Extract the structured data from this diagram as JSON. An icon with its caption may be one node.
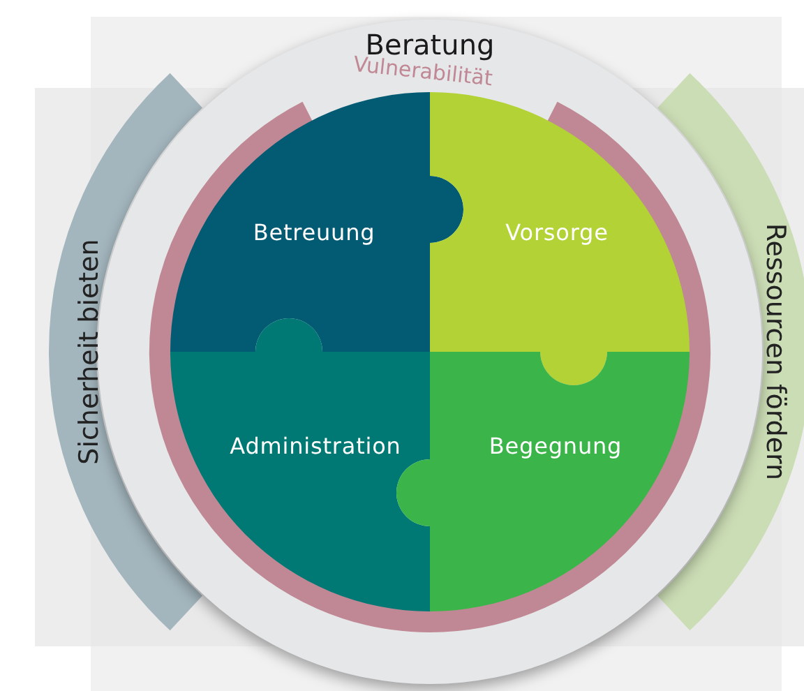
{
  "diagram": {
    "nodes": [
      {
        "text": [
          "Beratung"
        ]
      },
      {
        "text": [
          "Betreuung"
        ],
        "in": 0
      },
      {
        "text": [
          "Vorsorge"
        ],
        "in": 0
      },
      {
        "text": [
          "Administration"
        ],
        "in": 0
      },
      {
        "text": [
          "Begegnung"
        ],
        "in": 0
      }
    ],
    "labels": [
      "Vulnerabilität",
      "Sicherheit bieten",
      "Ressourcen fördern"
    ]
  }
}
